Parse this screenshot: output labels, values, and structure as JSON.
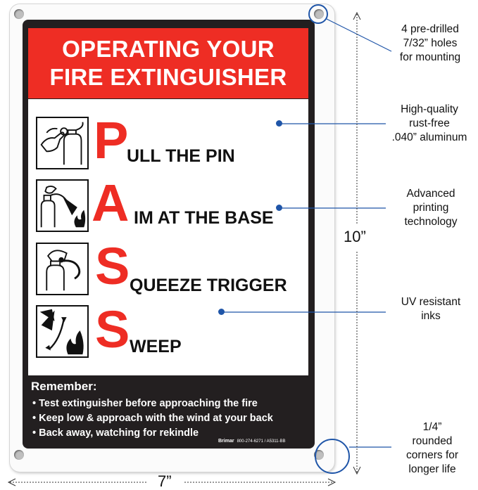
{
  "sign": {
    "title_line1": "OPERATING YOUR",
    "title_line2": "FIRE EXTINGUISHER",
    "steps": [
      {
        "letter": "P",
        "rest": "ULL THE PIN"
      },
      {
        "letter": "A",
        "rest": "IM AT THE BASE"
      },
      {
        "letter": "S",
        "rest": "QUEEZE TRIGGER"
      },
      {
        "letter": "S",
        "rest": "WEEP"
      }
    ],
    "remember_title": "Remember:",
    "remember_items": [
      "• Test extinguisher before approaching the fire",
      "• Keep low & approach with the wind at your back",
      "• Back away, watching for rekindle"
    ],
    "brand": "Brimar",
    "fine_print": "800-274-6271 / A5311-BB"
  },
  "callouts": {
    "holes": [
      "4 pre-drilled",
      "7/32” holes",
      "for mounting"
    ],
    "aluminum": [
      "High-quality",
      "rust-free",
      ".040” aluminum"
    ],
    "printing": [
      "Advanced",
      "printing",
      "technology"
    ],
    "inks": [
      "UV resistant",
      "inks"
    ],
    "corners": [
      "1/4”",
      "rounded",
      "corners for",
      "longer life"
    ]
  },
  "dimensions": {
    "height": "10”",
    "width": "7”"
  },
  "colors": {
    "red": "#ee2d24",
    "dark": "#231f20",
    "callout_blue": "#1f55a8"
  }
}
